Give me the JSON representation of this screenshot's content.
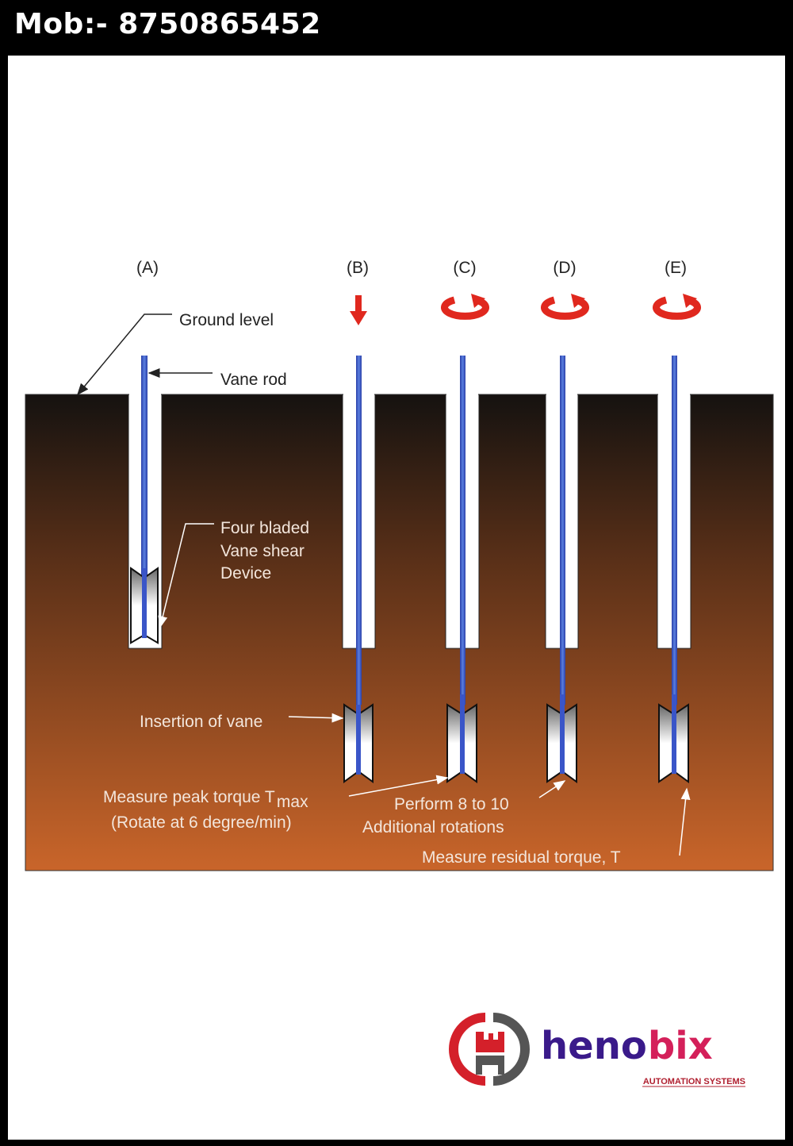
{
  "header": {
    "phone": "Mob:- 8750865452"
  },
  "diagram": {
    "stages": [
      "(A)",
      "(B)",
      "(C)",
      "(D)",
      "(E)"
    ],
    "labels": {
      "ground_level": "Ground level",
      "vane_rod": "Vane rod",
      "device_1": "Four bladed",
      "device_2": "Vane shear",
      "device_3": "Device",
      "insertion": "Insertion of vane",
      "peak_1": "Measure peak torque T",
      "peak_sub": "max",
      "peak_2": "(Rotate at 6 degree/min)",
      "perform_1": "Perform 8 to 10",
      "perform_2": "Additional rotations",
      "residual": "Measure residual torque, T"
    },
    "colors": {
      "soil_top": "#151210",
      "soil_bottom": "#c9652a",
      "arrow": "#e0281e",
      "rod": "#3a55c8"
    }
  },
  "logo": {
    "name_a": "heno",
    "name_b": "bix",
    "tagline": "AUTOMATION SYSTEMS"
  }
}
